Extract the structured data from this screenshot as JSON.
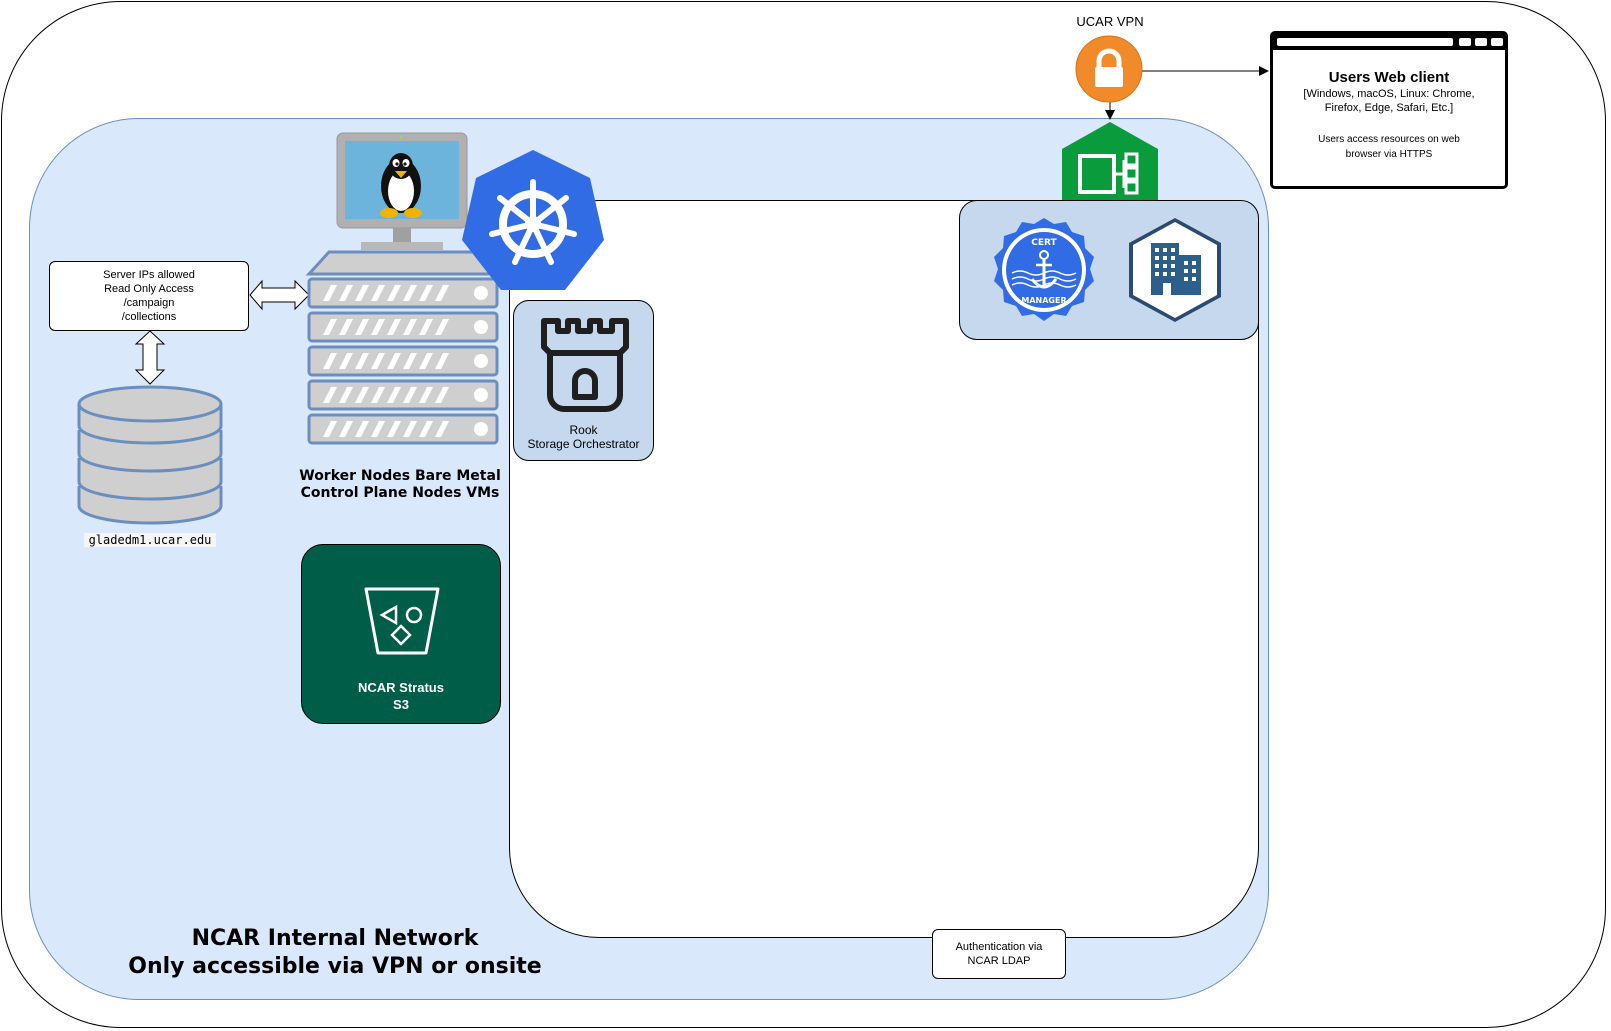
{
  "vpn": {
    "label": "UCAR VPN",
    "icon": "lock-icon",
    "color": "#f08a2b"
  },
  "web_client": {
    "title": "Users Web client",
    "platforms": "[Windows, macOS, Linux: Chrome, Firefox, Edge, Safari, Etc.]",
    "access_note": "Users access resources on web browser via HTTPS"
  },
  "server_ips": {
    "line1": "Server IPs allowed",
    "line2": "Read Only Access",
    "line3": "/campaign",
    "line4": "/collections"
  },
  "database": {
    "label": "gladedm1.ucar.edu"
  },
  "nodes": {
    "line1": "Worker Nodes Bare Metal",
    "line2": "Control Plane Nodes VMs"
  },
  "rook": {
    "line1": "Rook",
    "line2": "Storage Orchestrator"
  },
  "stratus": {
    "line1": "NCAR Stratus",
    "line2": "S3",
    "color": "#005e48"
  },
  "cert_manager": {
    "text_top": "CERT",
    "text_bottom": "MANAGER"
  },
  "auth": {
    "line1": "Authentication via",
    "line2": "NCAR LDAP"
  },
  "network": {
    "line1": "NCAR Internal Network",
    "line2": "Only accessible via VPN or onsite",
    "color": "#dae8fc"
  },
  "colors": {
    "kubernetes": "#326ce5",
    "ingress": "#0a9b3c",
    "panel": "#c5d8ee"
  }
}
